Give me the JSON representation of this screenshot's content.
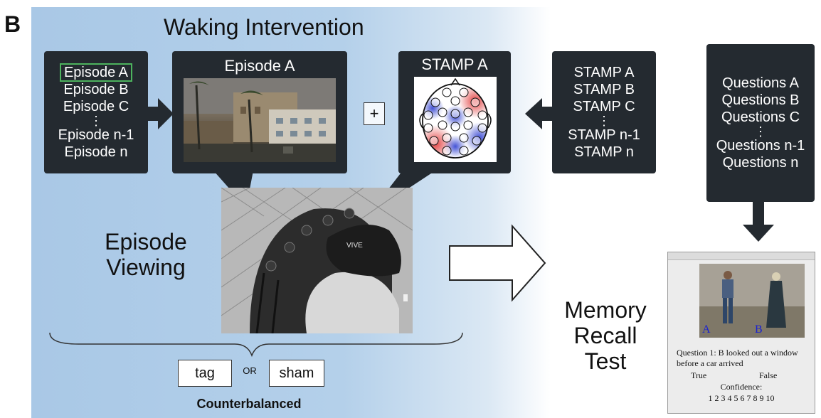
{
  "panel_letter": "B",
  "title": "Waking Intervention",
  "episode_list": {
    "items": [
      "Episode A",
      "Episode B",
      "Episode C",
      "Episode n-1",
      "Episode n"
    ],
    "ellipsis": "⋮"
  },
  "episode_box": {
    "title": "Episode A"
  },
  "stamp_box": {
    "title": "STAMP A"
  },
  "plus": "+",
  "stamp_list": {
    "items": [
      "STAMP A",
      "STAMP B",
      "STAMP C",
      "STAMP n-1",
      "STAMP n"
    ],
    "ellipsis": "⋮"
  },
  "questions_list": {
    "items": [
      "Questions A",
      "Questions B",
      "Questions C",
      "Questions n-1",
      "Questions n"
    ],
    "ellipsis": "⋮"
  },
  "viewing_label": {
    "line1": "Episode",
    "line2": "Viewing"
  },
  "headset_brand": "VIVE",
  "conditions": {
    "tag": "tag",
    "or": "OR",
    "sham": "sham"
  },
  "counterbalanced": "Counterbalanced",
  "memory_label": {
    "line1": "Memory",
    "line2": "Recall",
    "line3": "Test"
  },
  "test_window": {
    "label_a": "A",
    "label_b": "B",
    "question": "Question 1: B looked out a window before a car arrived",
    "true_label": "True",
    "false_label": "False",
    "confidence_label": "Confidence:",
    "scale": "1 2 3 4 5 6 7 8 9 10"
  },
  "colors": {
    "panel_blue": "#b4d0ea",
    "dark_box": "#242a30",
    "highlight_green": "#4db35e",
    "eeg_red": "#e03030",
    "eeg_blue": "#2f3fd0"
  }
}
